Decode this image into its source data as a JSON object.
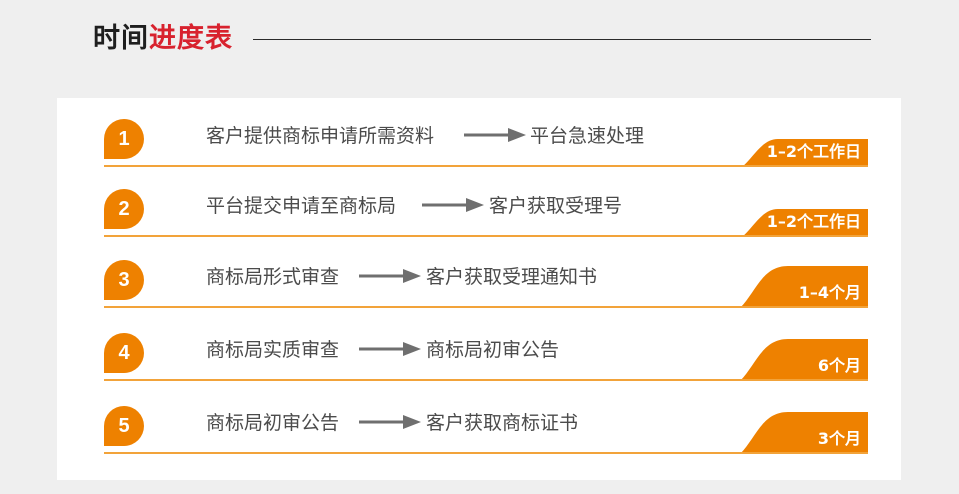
{
  "header": {
    "title_part1": "时间",
    "title_part2": "进度表"
  },
  "colors": {
    "accent_orange": "#ee8100",
    "title_red": "#d8222e",
    "line_orange": "#f2a33a",
    "arrow_gray": "#6f6f6f"
  },
  "steps": [
    {
      "number": "1",
      "from": "客户提供商标申请所需资料",
      "to": "平台急速处理",
      "duration": "1–2个工作日",
      "icon": "right-arrow-icon"
    },
    {
      "number": "2",
      "from": "平台提交申请至商标局",
      "to": "客户获取受理号",
      "duration": "1–2个工作日",
      "icon": "right-arrow-icon"
    },
    {
      "number": "3",
      "from": "商标局形式审查",
      "to": "客户获取受理通知书",
      "duration": "1–4个月",
      "icon": "right-arrow-icon"
    },
    {
      "number": "4",
      "from": "商标局实质审查",
      "to": "商标局初审公告",
      "duration": "6个月",
      "icon": "right-arrow-icon"
    },
    {
      "number": "5",
      "from": "商标局初审公告",
      "to": "客户获取商标证书",
      "duration": "3个月",
      "icon": "right-arrow-icon"
    }
  ]
}
